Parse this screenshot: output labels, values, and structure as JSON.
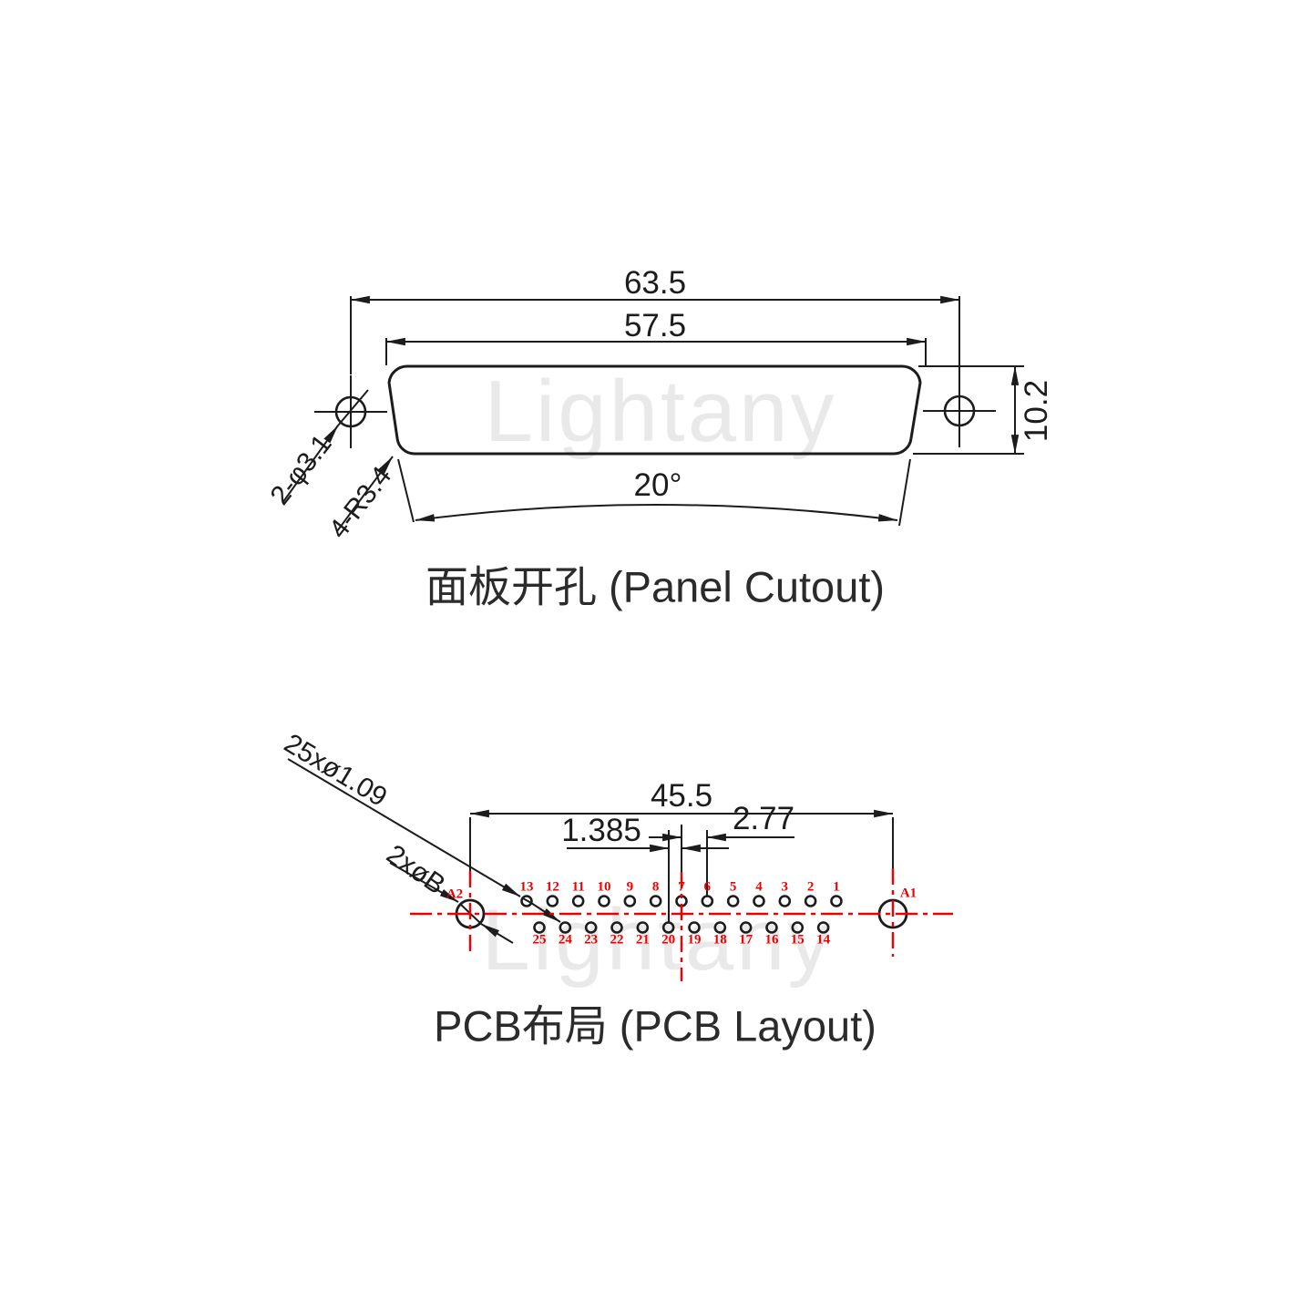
{
  "watermark": "Lightany",
  "panel": {
    "dim_width_outer": "63.5",
    "dim_width_inner": "57.5",
    "dim_height": "10.2",
    "angle_label": "20°",
    "holes_note": "2-φ3.1",
    "corner_note": "4-R3.4",
    "caption": "面板开孔 (Panel Cutout)"
  },
  "pcb": {
    "dim_span": "45.5",
    "dim_pitch": "2.77",
    "dim_half_pitch": "1.385",
    "pins_note": "25xø1.09",
    "mount_note": "2xøB",
    "hole_left_label": "A2",
    "hole_right_label": "A1",
    "pins_top": [
      "13",
      "12",
      "11",
      "10",
      "9",
      "8",
      "7",
      "6",
      "5",
      "4",
      "3",
      "2",
      "1"
    ],
    "pins_bottom": [
      "25",
      "24",
      "23",
      "22",
      "21",
      "20",
      "19",
      "18",
      "17",
      "16",
      "15",
      "14"
    ],
    "caption": "PCB布局 (PCB Layout)"
  },
  "colors": {
    "line": "#1c1c1c",
    "accent_red": "#ee0000",
    "watermark": "#e9e9e9"
  }
}
